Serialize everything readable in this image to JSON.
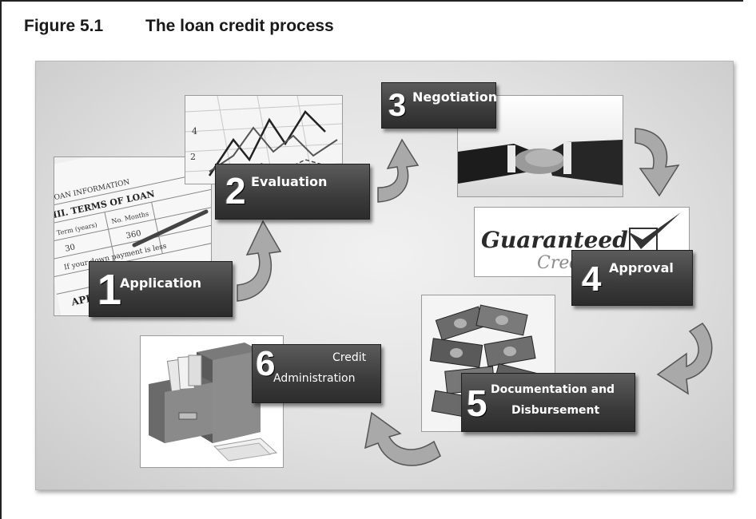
{
  "figure": {
    "number": "Figure 5.1",
    "caption": "The loan credit process"
  },
  "steps": [
    {
      "number": "1",
      "label": "Application"
    },
    {
      "number": "2",
      "label": "Evaluation"
    },
    {
      "number": "3",
      "label": "Negotiation"
    },
    {
      "number": "4",
      "label": "Approval"
    },
    {
      "number": "5",
      "label_line1": "Documentation and",
      "label_line2": "Disbursement"
    },
    {
      "number": "6",
      "label_line1": "Credit",
      "label_line2": "Administration"
    }
  ],
  "images": {
    "application_form": {
      "line1": "LOAN INFORMATION",
      "line2": "III. TERMS OF LOAN",
      "line3": "Term (years)",
      "line4": "No. Months",
      "line5": "30",
      "line6": "360",
      "line7": "If your down payment is less",
      "line8": "APPLICANT INCOME"
    },
    "guaranteed_logo": {
      "word1": "Guaranteed",
      "word2": "Credit"
    }
  },
  "colors": {
    "box": "#3b3b3b",
    "arrow": "#a9a9a9",
    "panel": "#e1e1e1"
  }
}
